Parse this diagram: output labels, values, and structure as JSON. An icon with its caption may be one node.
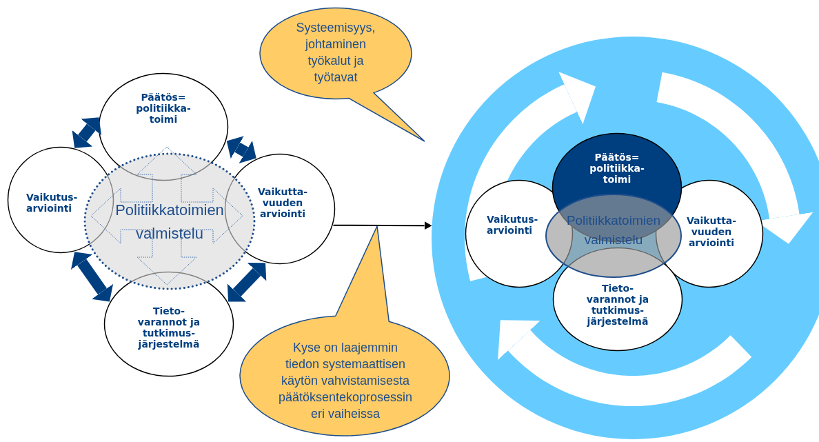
{
  "diagram": {
    "nodes": [
      {
        "text": [
          "Päätös= politiikka- toimi"
        ]
      },
      {
        "text": [
          "Vaikutus- arviointi"
        ]
      },
      {
        "text": [
          "Politiikkatoimien valmistelu"
        ]
      },
      {
        "text": [
          "Vaikutta- vuuden arviointi"
        ]
      },
      {
        "text": [
          "Tieto- varannot ja tutkimus- järjestelmä"
        ]
      },
      {
        "text": [
          "Systeemisyys, johtaminen työkalut ja työtavat"
        ]
      },
      {
        "text": [
          "Kyse on laajemmin tiedon systemaattisen käytön vahvistamisesta päätöksentekoprosessin eri vaiheissa"
        ]
      },
      {
        "text": [],
        "shape": "circle"
      },
      {
        "text": [
          "Päätös= politiikka- toimi"
        ],
        "in": 7
      },
      {
        "text": [
          "Vaikutus- arviointi"
        ],
        "in": 7
      },
      {
        "text": [
          "Politiikkatoimien valmistelu"
        ],
        "in": 7
      },
      {
        "text": [
          "Vaikutta- vuuden arviointi"
        ],
        "in": 7
      },
      {
        "text": [
          "Tieto- varannot ja tutkimus- järjestelmä"
        ],
        "in": 7
      }
    ],
    "edges": [
      {
        "from": 1,
        "to": 0,
        "arrow": "both"
      },
      {
        "from": 0,
        "to": 3,
        "arrow": "both"
      },
      {
        "from": 1,
        "to": 4,
        "arrow": "both"
      },
      {
        "from": 3,
        "to": 4,
        "arrow": "both"
      },
      {
        "from": 3,
        "to": 7,
        "arrow": "to",
        "color": "#000000"
      }
    ]
  }
}
